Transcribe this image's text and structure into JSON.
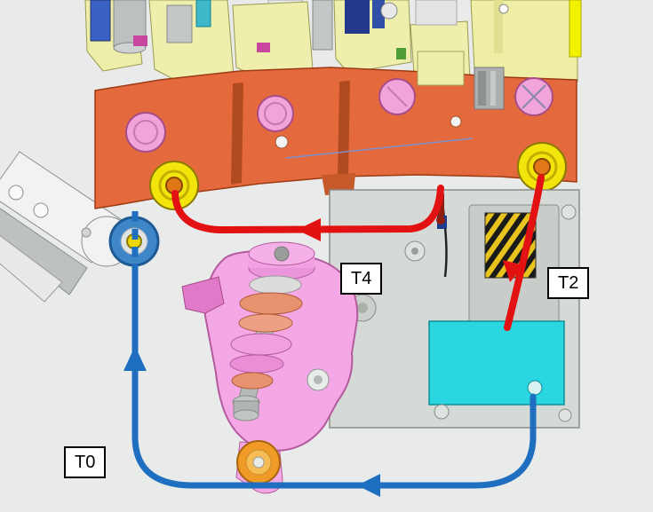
{
  "labels": {
    "t0": "T0",
    "t2": "T2",
    "t4": "T4"
  },
  "colors": {
    "background": "#e9eaea",
    "red_route": "#e31212",
    "blue_route": "#1e6fc0"
  }
}
